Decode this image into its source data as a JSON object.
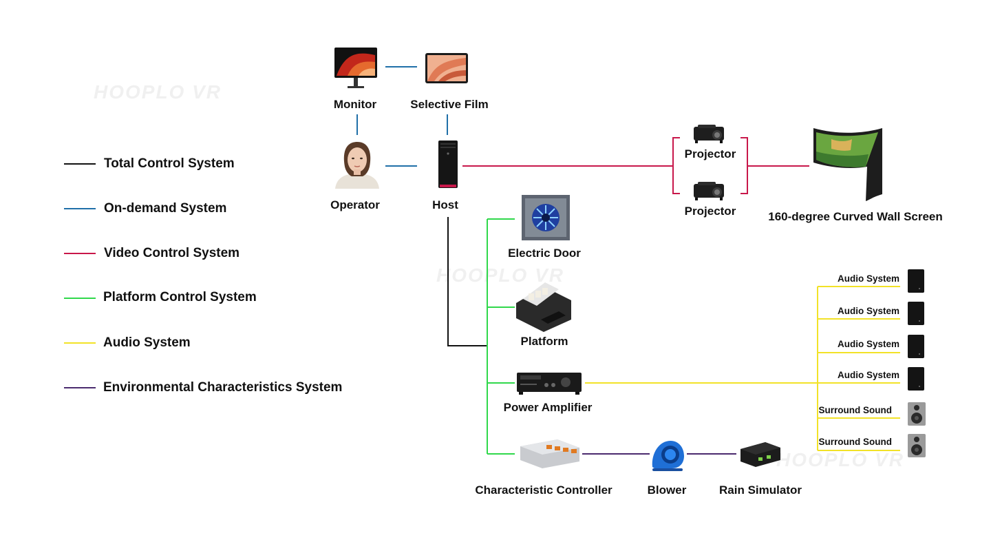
{
  "watermark": "HOOPLO VR",
  "legend": [
    {
      "label": "Total Control System",
      "color": "#111111"
    },
    {
      "label": "On-demand System",
      "color": "#1f6fa8"
    },
    {
      "label": "Video Control System",
      "color": "#c8174a"
    },
    {
      "label": "Platform Control System",
      "color": "#2fd84a"
    },
    {
      "label": "Audio System",
      "color": "#f2e227"
    },
    {
      "label": "Environmental Characteristics System",
      "color": "#4a2a6e"
    }
  ],
  "nodes": {
    "monitor": "Monitor",
    "selective_film": "Selective Film",
    "operator": "Operator",
    "host": "Host",
    "projector_1": "Projector",
    "projector_2": "Projector",
    "curved_screen": "160-degree Curved Wall Screen",
    "electric_door": "Electric Door",
    "platform": "Platform",
    "power_amplifier": "Power Amplifier",
    "characteristic_controller": "Characteristic Controller",
    "blower": "Blower",
    "rain_simulator": "Rain Simulator"
  },
  "speakers": [
    {
      "label": "Audio System",
      "icon": "speaker-icon"
    },
    {
      "label": "Audio System",
      "icon": "speaker-icon"
    },
    {
      "label": "Audio System",
      "icon": "speaker-icon"
    },
    {
      "label": "Audio System",
      "icon": "speaker-icon"
    },
    {
      "label": "Surround Sound",
      "icon": "surround-speaker-icon"
    },
    {
      "label": "Surround Sound",
      "icon": "surround-speaker-icon"
    }
  ]
}
